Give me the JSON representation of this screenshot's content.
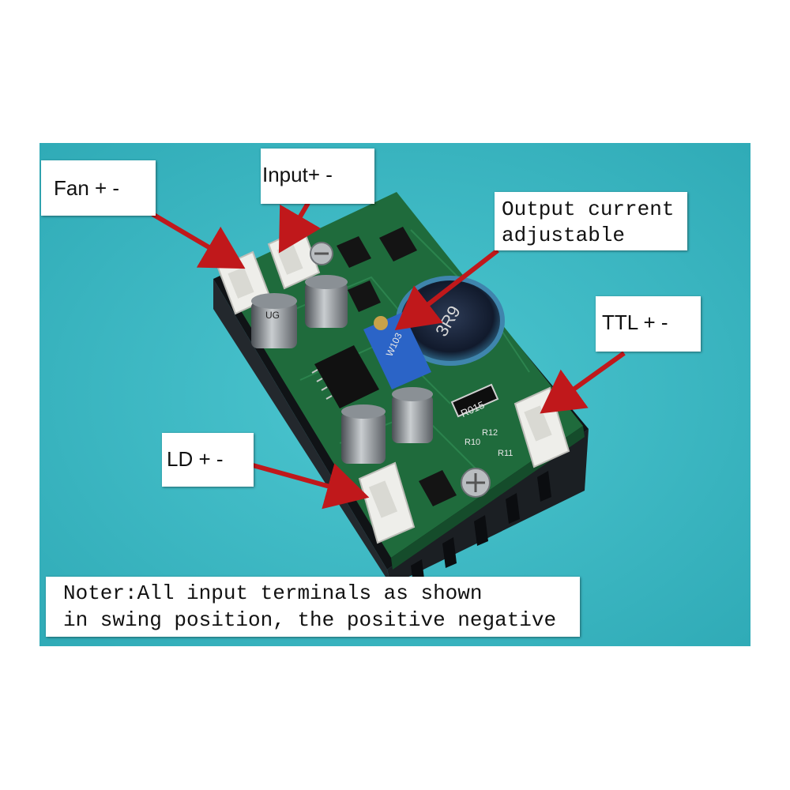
{
  "labels": {
    "fan": "Fan + -",
    "input": "Input+ -",
    "output_line1": "Output current",
    "output_line2": "adjustable",
    "ttl": "TTL + -",
    "ld": "LD + -",
    "note_line1": "Noter:All input terminals as shown",
    "note_line2": "in swing position, the positive negative"
  },
  "board_markings": {
    "inductor": "3R9",
    "resistor": "R015",
    "potentiometer": "W103",
    "cap_left_top": "UG",
    "r10": "R10",
    "r12": "R12",
    "r11": "R11"
  },
  "colors": {
    "background": "#37b9c4",
    "pcb": "#1f6b3c",
    "heatsink": "#16191d",
    "arrow": "#c0181b",
    "connector": "#eeeeea"
  }
}
